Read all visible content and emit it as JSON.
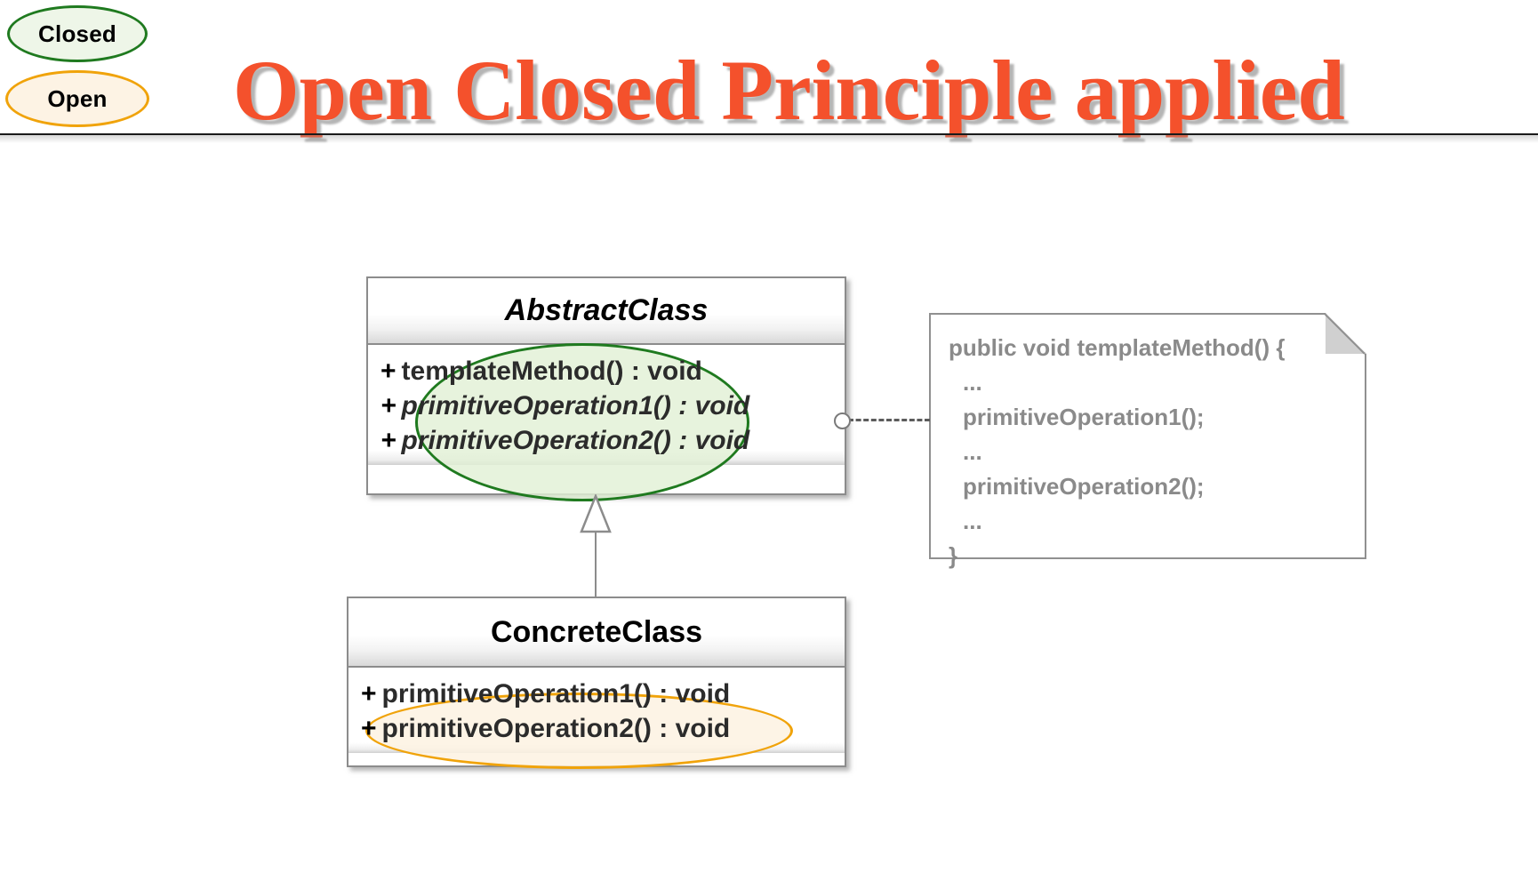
{
  "legend": {
    "closed": {
      "label": "Closed",
      "fill": "#eef6e8",
      "stroke": "#1F7A1F"
    },
    "open": {
      "label": "Open",
      "fill": "#fdf3e4",
      "stroke": "#F0A30A"
    }
  },
  "slide": {
    "title": "Open Closed Principle applied",
    "title_color": "#F4512C"
  },
  "diagram": {
    "type": "uml-class-diagram",
    "classes": [
      {
        "name": "AbstractClass",
        "stereotype": "abstract",
        "members": [
          {
            "visibility": "+",
            "signature": "templateMethod() : void",
            "abstract": false
          },
          {
            "visibility": "+",
            "signature": "primitiveOperation1() : void",
            "abstract": true
          },
          {
            "visibility": "+",
            "signature": "primitiveOperation2() : void",
            "abstract": true
          }
        ],
        "highlight": "closed"
      },
      {
        "name": "ConcreteClass",
        "stereotype": "concrete",
        "members": [
          {
            "visibility": "+",
            "signature": "primitiveOperation1() : void",
            "abstract": false
          },
          {
            "visibility": "+",
            "signature": "primitiveOperation2() : void",
            "abstract": false
          }
        ],
        "highlight": "open"
      }
    ],
    "relationship": {
      "kind": "generalization",
      "from": "ConcreteClass",
      "to": "AbstractClass"
    },
    "note": {
      "attached_to": "AbstractClass.templateMethod() : void",
      "lines": [
        "public void templateMethod() {",
        "...",
        "primitiveOperation1();",
        "...",
        "primitiveOperation2();",
        "...",
        "}"
      ]
    }
  }
}
